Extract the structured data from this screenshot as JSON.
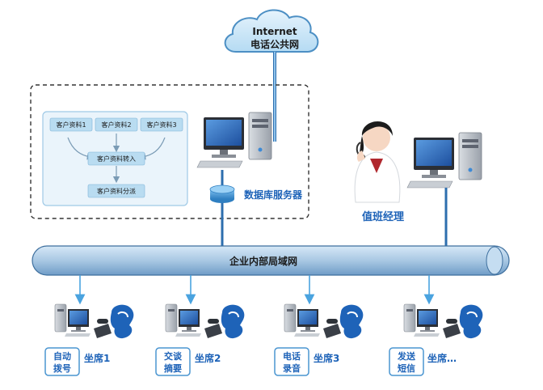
{
  "cloud": {
    "line1": "Internet",
    "line2": "电话公共网"
  },
  "customer_flow": {
    "box1": "客户资料1",
    "box2": "客户资料2",
    "box3": "客户资料3",
    "transfer": "客户资料转入",
    "dispatch": "客户资料分派"
  },
  "server_label": "数据库服务器",
  "manager_label": "值班经理",
  "lan_label": "企业内部局域网",
  "stations": [
    {
      "badge_line1": "自动",
      "badge_line2": "拨号",
      "seat": "坐席1"
    },
    {
      "badge_line1": "交谈",
      "badge_line2": "摘要",
      "seat": "坐席2"
    },
    {
      "badge_line1": "电话",
      "badge_line2": "录音",
      "seat": "坐席3"
    },
    {
      "badge_line1": "发送",
      "badge_line2": "短信",
      "seat": "坐席…"
    }
  ],
  "colors": {
    "accent_blue": "#1e63b8",
    "panel_fill": "#eaf4fb",
    "panel_border": "#9fc9e6",
    "box_fill": "#b9dcf1",
    "bus_fill": "#a9c8e3",
    "arrow": "#4aa3df"
  }
}
